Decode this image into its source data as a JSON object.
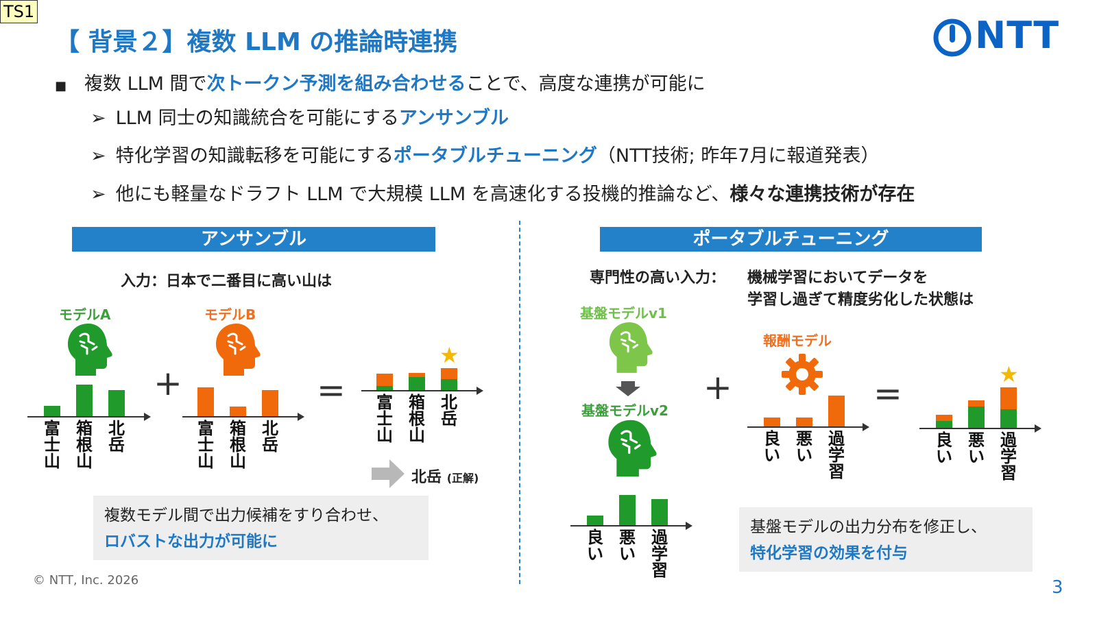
{
  "tag": "TS1",
  "title": "【 背景２】複数 LLM の推論時連携",
  "logo": {
    "text": "NTT"
  },
  "bullets": {
    "main": {
      "pre": "複数 LLM 間で",
      "hl": "次トークン予測を組み合わせる",
      "post": "ことで、高度な連携が可能に"
    },
    "sub1": {
      "pre": "LLM 同士の知識統合を可能にする",
      "hl": "アンサンブル"
    },
    "sub2": {
      "pre": "特化学習の知識転移を可能にする",
      "hl": "ポータブルチューニング",
      "post": "（NTT技術; 昨年7月に報道発表）"
    },
    "sub3": {
      "pre": "他にも軽量なドラフト LLM で大規模 LLM を高速化する投機的推論など、",
      "bold": "様々な連携技術が存在"
    }
  },
  "ensemble": {
    "header": "アンサンブル",
    "input": "入力：日本で二番目に高い山は",
    "modelA": "モデルA",
    "modelB": "モデルB",
    "labels": [
      "富士山",
      "箱根山",
      "北岳"
    ],
    "answer": "北岳",
    "answer_note": "(正解)",
    "note_line1": "複数モデル間で出力候補をすり合わせ、",
    "note_line2": "ロバストな出力が可能に",
    "chart_a": [
      0.15,
      0.46,
      0.38
    ],
    "chart_b": [
      0.42,
      0.14,
      0.38
    ],
    "chart_sum_green": [
      0.15,
      0.46,
      0.38
    ],
    "chart_sum_orange": [
      0.42,
      0.14,
      0.38
    ]
  },
  "portable": {
    "header": "ポータブルチューニング",
    "input_label": "専門性の高い入力：",
    "input_line1": "機械学習においてデータを",
    "input_line2": "学習し過ぎて精度劣化した状態は",
    "v1": "基盤モデルv1",
    "v2": "基盤モデルv2",
    "reward": "報酬モデル",
    "labels": [
      "良い",
      "悪い",
      "過学習"
    ],
    "note_line1": "基盤モデルの出力分布を修正し、",
    "note_line2": "特化学習の効果を付与",
    "chart_v2": [
      0.14,
      0.44,
      0.38
    ],
    "chart_reward": [
      0.13,
      0.13,
      0.45
    ],
    "chart_sum_green": [
      0.14,
      0.44,
      0.38
    ],
    "chart_sum_orange": [
      0.13,
      0.13,
      0.45
    ]
  },
  "footer": "© NTT, Inc.  2026",
  "page_number": "3",
  "colors": {
    "accent": "#1f78c4",
    "green": "#1f9a2b",
    "orange": "#f06a0c",
    "star": "#f5b800"
  }
}
